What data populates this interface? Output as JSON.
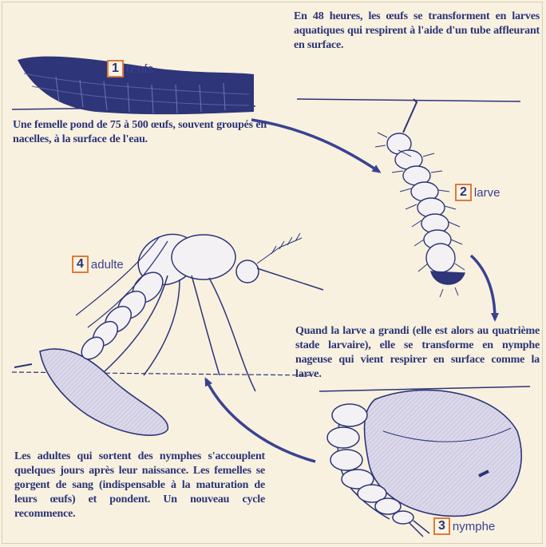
{
  "texts": {
    "eggs": "Une femelle pond de 75 à 500 œufs, souvent groupés en nacelles, à la surface de l'eau.",
    "larva_intro": "En 48 heures, les œufs se transforment en larves aquatiques qui respirent à l'aide d'un tube affleurant en surface.",
    "pupa": "Quand la larve a grandi (elle est alors au quatrième stade larvaire), elle se transforme en nymphe nageuse qui vient respirer en surface comme la larve.",
    "adult": "Les adultes qui sortent des nymphes s'accouplent quelques jours après leur naissance. Les femelles se gorgent de sang (indispensable à la maturation de leurs œufs) et pondent. Un nouveau cycle recommence."
  },
  "stages": [
    {
      "number": "1",
      "name": "œufs"
    },
    {
      "number": "2",
      "name": "larve"
    },
    {
      "number": "3",
      "name": "nymphe"
    },
    {
      "number": "4",
      "name": "adulte"
    }
  ],
  "colors": {
    "ink": "#2c3476",
    "box": "#e2793a",
    "paper": "#f8f1e0",
    "fill": "#dcd8e8"
  }
}
